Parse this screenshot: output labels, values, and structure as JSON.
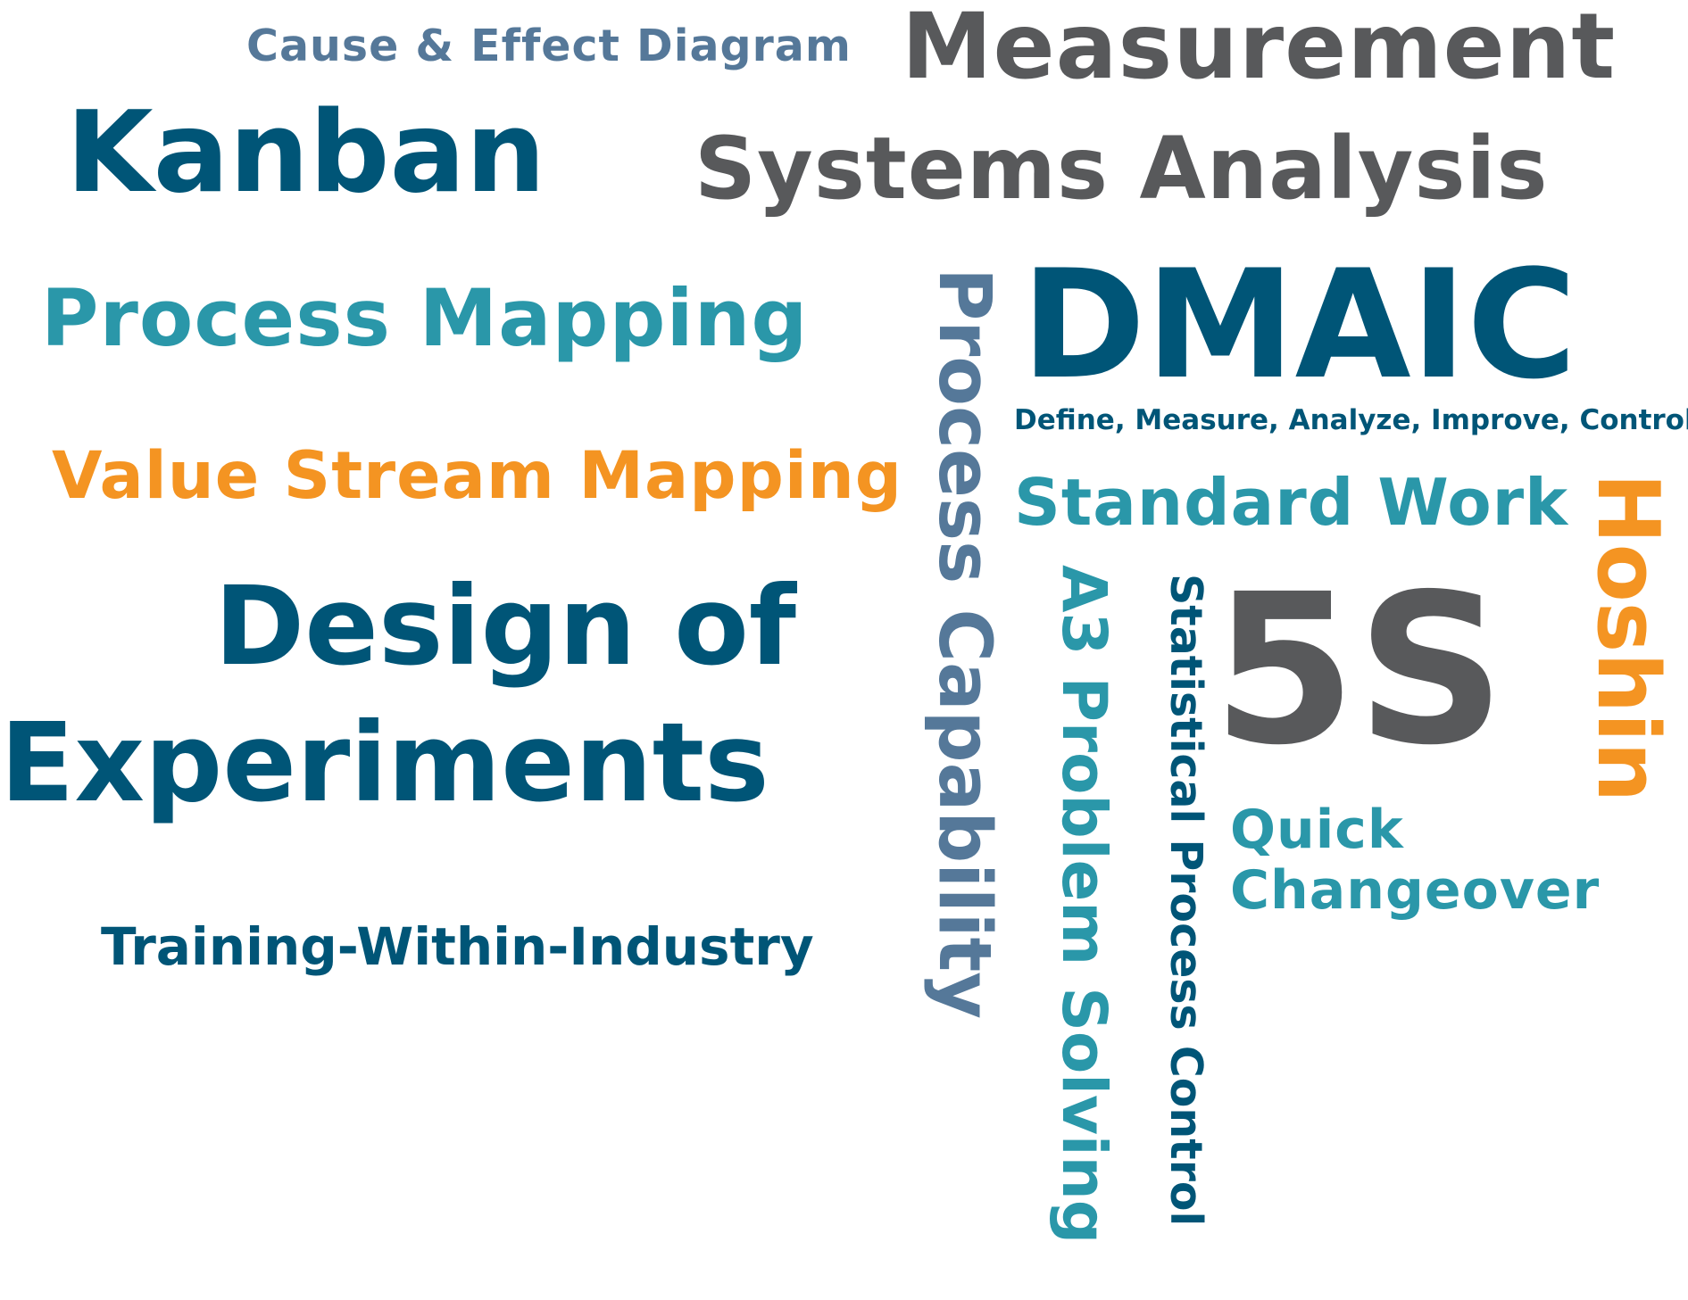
{
  "cloud": {
    "cause_effect": "Cause & Effect Diagram",
    "measurement": "Measurement",
    "kanban": "Kanban",
    "systems_analysis": "Systems Analysis",
    "process_mapping": "Process Mapping",
    "process_capability": "Process Capability",
    "dmaic": "DMAIC",
    "dmaic_expansion": "Define, Measure, Analyze, Improve, Control",
    "value_stream_mapping": "Value Stream Mapping",
    "standard_work": "Standard Work",
    "hoshin": "Hoshin",
    "design_of_experiments_line1": "Design of",
    "design_of_experiments_line2": "Experiments",
    "a3_problem_solving": "A3 Problem Solving",
    "statistical_process_control": "Statistical Process Control",
    "five_s": "5S",
    "quick_changeover_line1": "Quick",
    "quick_changeover_line2": "Changeover",
    "training_within_industry": "Training-Within-Industry"
  },
  "colors": {
    "slate_blue": "#557899",
    "dark_grey": "#58595b",
    "navy": "#005577",
    "teal": "#2a97a9",
    "orange": "#f49422"
  }
}
